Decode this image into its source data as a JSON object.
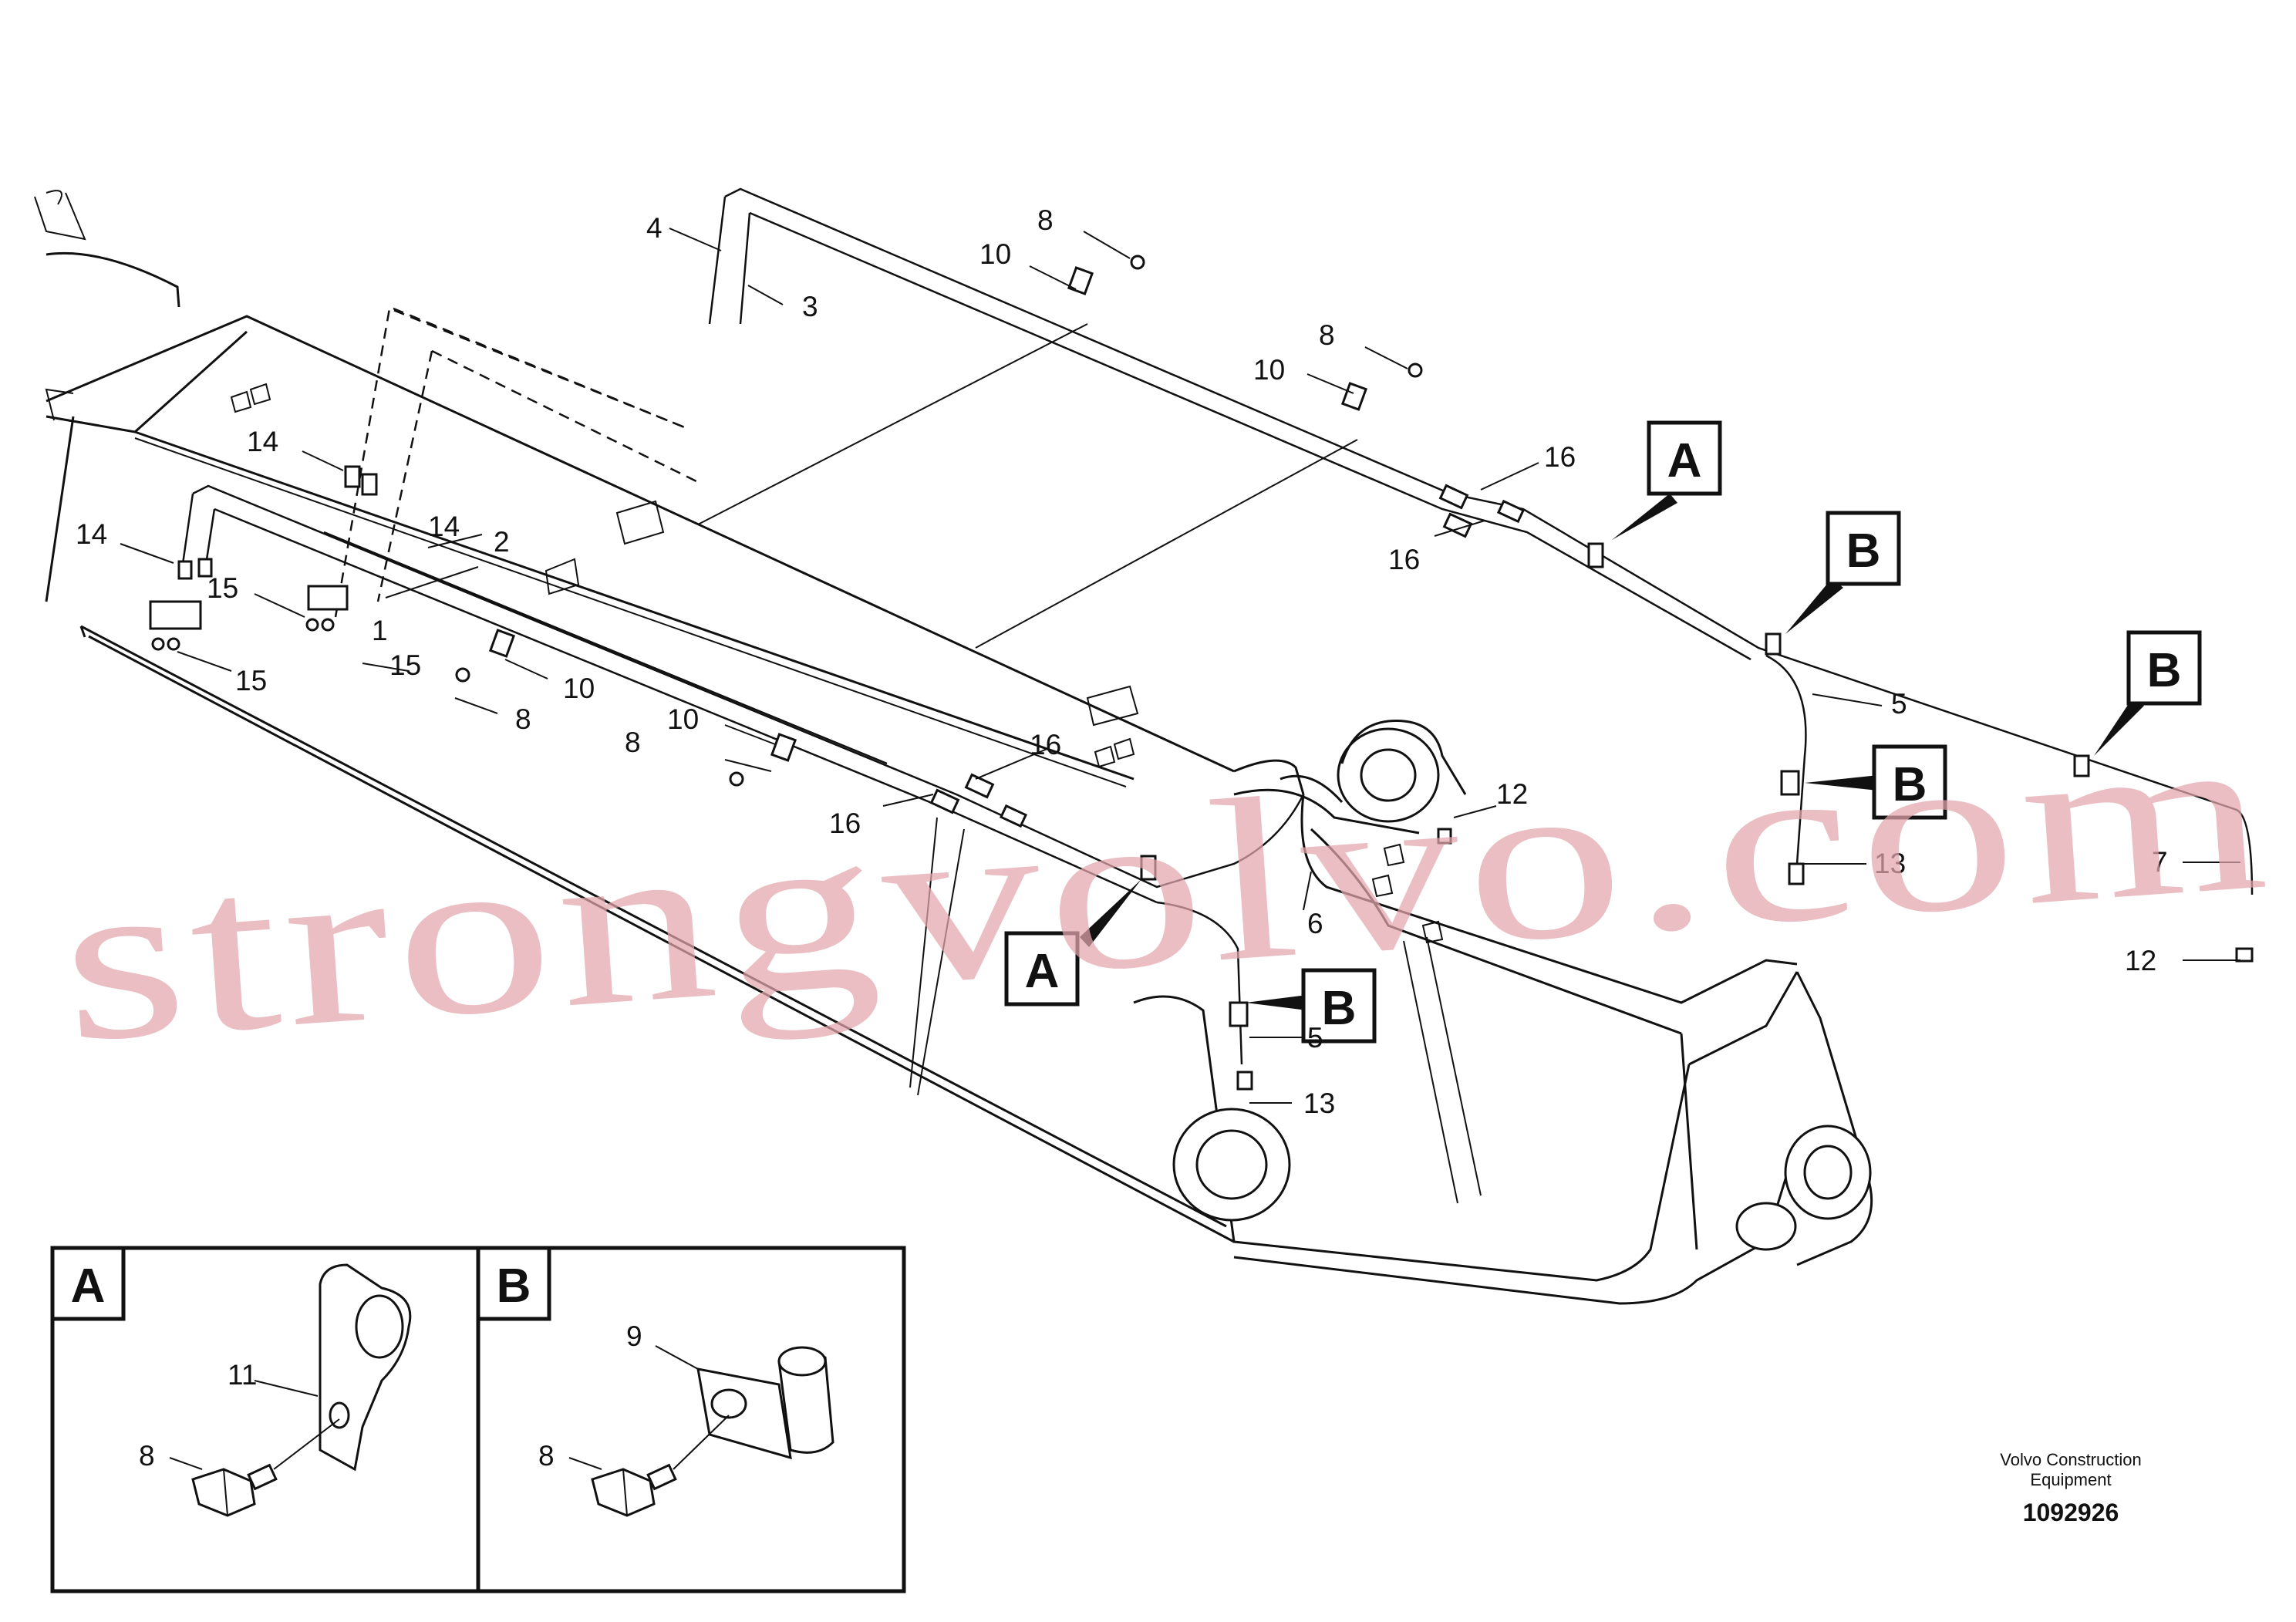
{
  "watermark": "strongvolvo.com",
  "footer": {
    "brand_line1": "Volvo Construction",
    "brand_line2": "Equipment",
    "drawing_number": "1092926"
  },
  "callouts": {
    "a_top": "A",
    "b_1": "B",
    "b_2": "B",
    "b_3": "B",
    "a_mid": "A",
    "b_mid": "B"
  },
  "labels": {
    "p4": "4",
    "p3": "3",
    "p8a": "8",
    "p10a": "10",
    "p8b": "8",
    "p10b": "10",
    "p16a": "16",
    "p16b": "16",
    "p5a": "5",
    "p7": "7",
    "p12a": "12",
    "p13a": "13",
    "p14a": "14",
    "p14b": "14",
    "p14c": "14",
    "p2": "2",
    "p1": "1",
    "p15a": "15",
    "p15b": "15",
    "p15c": "15",
    "p10c": "10",
    "p8c": "8",
    "p10d": "10",
    "p8d": "8",
    "p16c": "16",
    "p16d": "16",
    "p12b": "12",
    "p6": "6",
    "p5b": "5",
    "p13b": "13"
  },
  "detail_a": {
    "title": "A",
    "p11": "11",
    "p8": "8"
  },
  "detail_b": {
    "title": "B",
    "p9": "9",
    "p8": "8"
  }
}
